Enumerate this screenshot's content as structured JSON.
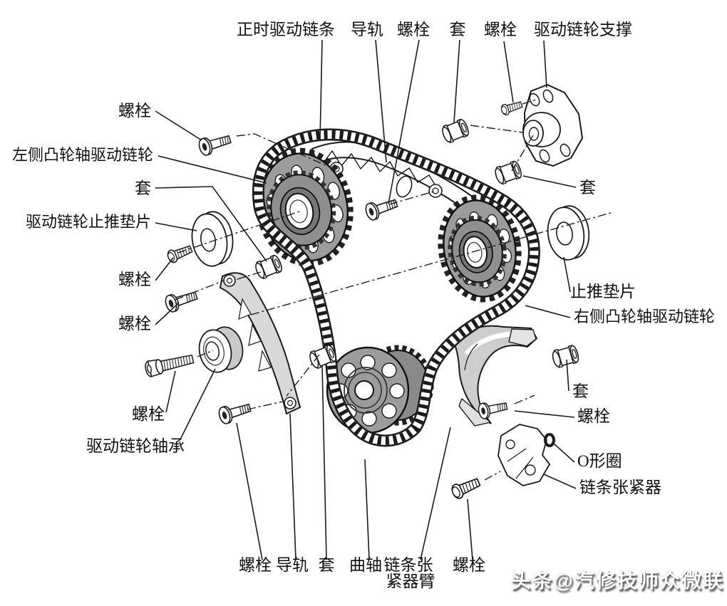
{
  "labels": {
    "top": {
      "timing_chain": "正时驱动链条",
      "guide_rail": "导轨",
      "bolt1": "螺栓",
      "sleeve": "套",
      "bolt2": "螺栓",
      "sprocket_support": "驱动链轮支撑"
    },
    "left": {
      "bolt1": "螺栓",
      "cam_sprocket": "左侧凸轮轴驱动链轮",
      "sleeve": "套",
      "thrust_washer": "驱动链轮止推垫片",
      "bolt2": "螺栓",
      "bolt3": "螺栓",
      "bolt4": "螺栓",
      "bearing": "驱动链轮轴承"
    },
    "bottom": {
      "bolt1": "螺栓",
      "guide_rail": "导轨",
      "sleeve": "套",
      "crankshaft": "曲轴",
      "tensioner_arm_line1": "链条张",
      "tensioner_arm_line2": "紧器臂",
      "bolt2": "螺栓"
    },
    "right": {
      "sleeve1": "套",
      "thrust_washer": "止推垫片",
      "cam_sprocket": "右侧凸轮轴驱动链轮",
      "sleeve2": "套",
      "bolt1": "螺栓",
      "o_ring": "O形圈",
      "tensioner": "链条张紧器"
    }
  },
  "watermark": {
    "text": "头条@汽修技师众微联"
  },
  "colors": {
    "ink": "#1b1b1b",
    "sprocket_gray": "#9c9c9c",
    "sprocket_dark": "#8f8f8f",
    "rail_light": "#d8d8d8",
    "paper": "#ffffff"
  }
}
